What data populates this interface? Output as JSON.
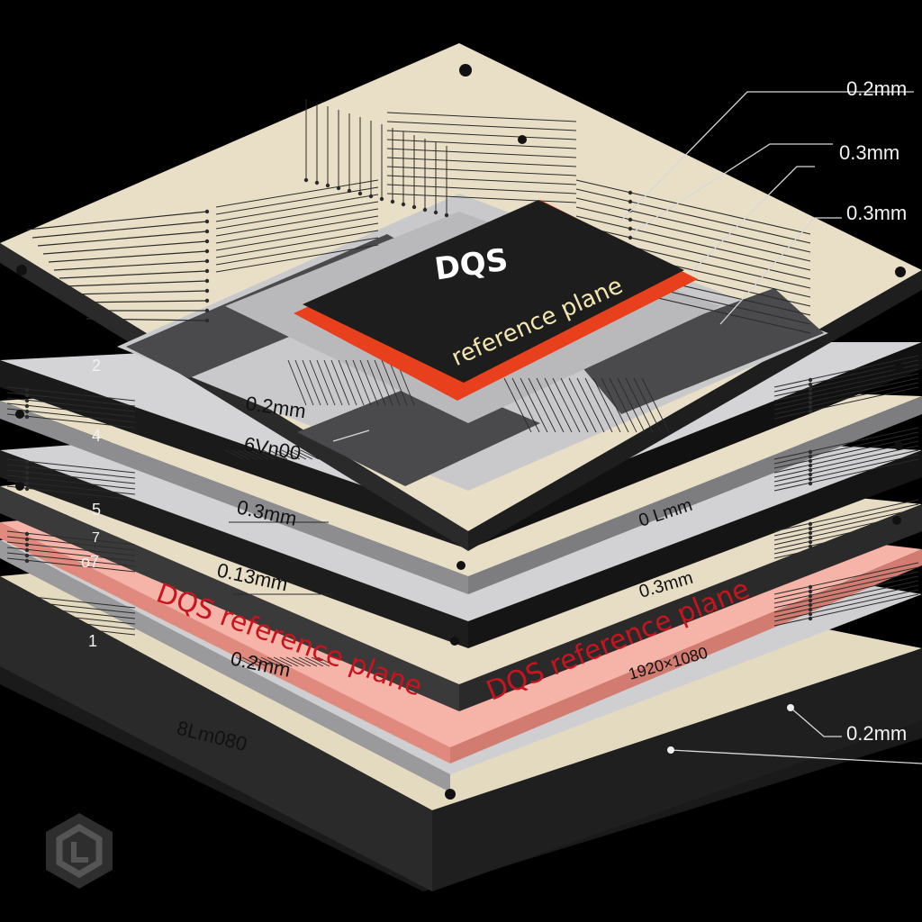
{
  "colors": {
    "background": "#000000",
    "board_face": "#e8dfc6",
    "board_gray": "#c7c7c9",
    "board_dark": "#4a4a4c",
    "accent_red": "#e8401c",
    "plane_pink": "#f6b3a8",
    "trace": "#2b2b2b"
  },
  "callouts": {
    "right_top": "0.2mm",
    "right_mid": "0.3mm",
    "right_low": "0.3mm",
    "right_bottom": "0.2mm"
  },
  "chip": {
    "title": "DQS",
    "subtitle": "reference plane"
  },
  "pink_layer": {
    "label_left": "DQS reference plane",
    "label_right": "DQS reference plane"
  },
  "layer_numbers": [
    "2",
    "4",
    "5",
    "7",
    "o7",
    "1"
  ],
  "board_labels": {
    "a": "0.2mm",
    "b": "6Vn00",
    "c": "1920×1080",
    "d": "0.3mm",
    "e": "0 Lmm",
    "f": "0.13mm",
    "g": "0.3mm",
    "h": "0.2mm",
    "i": "1920×1080",
    "j": "8Lm080"
  },
  "logo_icon": "hexagon-logo-icon"
}
